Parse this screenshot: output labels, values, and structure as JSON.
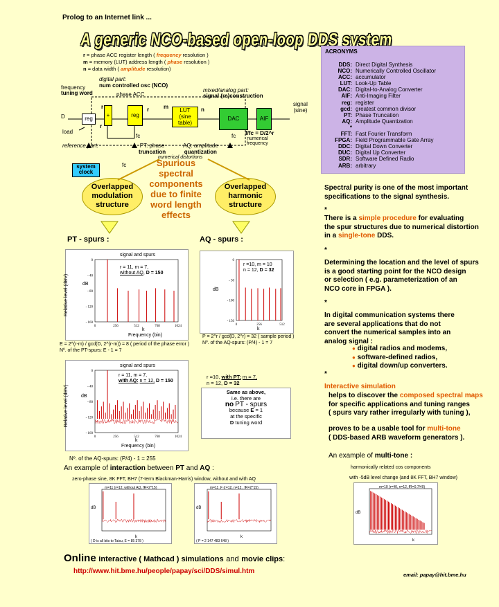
{
  "prolog": "Prolog to an Internet link ...",
  "title": "A generic NCO-based open-loop DDS system",
  "definitions": [
    {
      "sym": "r",
      "pre": "=  phase ACC register length ( ",
      "hl": "frequency",
      "post": " resolution )"
    },
    {
      "sym": "m",
      "pre": "=  memory (LUT) address length ( ",
      "hl": "phase",
      "post": " resolution )"
    },
    {
      "sym": "n",
      "pre": "=  data width ( ",
      "hl": "amplitude",
      "post": " resolution)"
    }
  ],
  "diagram": {
    "digital_part": "digital part:",
    "nco_label": "num controlled osc (NCO)",
    "freq_tuning": "frequency",
    "tuning_word": "tuning word",
    "phase_acc": "phase ACC",
    "mixed_part": "mixed/analog part:",
    "signal_recon": "signal (re)construction",
    "signal_sine": "signal",
    "sine": "(sine)",
    "D": "D",
    "reg": "reg",
    "plus": "+",
    "reg2": "reg",
    "lut": "LUT",
    "lut2": "(sine",
    "lut3": "table)",
    "dac": "DAC",
    "aif": "AIF",
    "r1": "r",
    "r2": "r",
    "r3": "r",
    "m": "m",
    "n": "n",
    "load": "load",
    "fc1": "fc",
    "fc2": "fc",
    "fc3": "fc",
    "formula": "f/fc = D/2^r",
    "numerical": "numerical",
    "frequency": "frequency",
    "reference": "reference part:",
    "system": "system",
    "clock": "clock",
    "pt_phase": "PT: phase",
    "truncation": "truncation",
    "aq_amp": "AQ: amplitude",
    "quantization": "quantization",
    "num_dist": "numerical distortions"
  },
  "acronyms": {
    "header": "ACRONYMS",
    "items": [
      {
        "k": "DDS:",
        "v": "Direct Digital Synthesis"
      },
      {
        "k": "NCO:",
        "v": "Numerically Controlled Oscillator"
      },
      {
        "k": "ACC:",
        "v": "accumulator"
      },
      {
        "k": "LUT:",
        "v": "Look-Up Table"
      },
      {
        "k": "DAC:",
        "v": "Digital-to-Analog Converter"
      },
      {
        "k": "AIF:",
        "v": "Anti-Imaging Filter"
      },
      {
        "k": "reg:",
        "v": "register"
      },
      {
        "k": "gcd:",
        "v": "greatest common divisor"
      },
      {
        "k": "PT:",
        "v": "Phase Truncation"
      },
      {
        "k": "AQ:",
        "v": "Amplitude Quantization"
      },
      {
        "k": "*",
        "v": ""
      },
      {
        "k": "FFT:",
        "v": "Fast Fourier Transform"
      },
      {
        "k": "FPGA:",
        "v": "Field Programmable Gate Array"
      },
      {
        "k": "DDC:",
        "v": "Digital Down Converter"
      },
      {
        "k": "DUC:",
        "v": "Digital Up Converter"
      },
      {
        "k": "SDR:",
        "v": "Software Defined Radio"
      },
      {
        "k": "ARB:",
        "v": "arbitrary"
      }
    ]
  },
  "spurious": [
    "Spurious",
    "spectral",
    "components",
    "due to finite",
    "word length",
    "effects"
  ],
  "oval_left": [
    "Overlapped",
    "modulation",
    "structure"
  ],
  "oval_right": [
    "Overlapped",
    "harmonic",
    "structure"
  ],
  "pt_spurs": "PT - spurs :",
  "aq_spurs": "AQ - spurs :",
  "chart1": {
    "title": "signal and spurs",
    "params1": "r = 11, m = 7,",
    "params2a": "without AQ",
    "params2b": "D = 150",
    "ylabel": "Relative level (dBV)",
    "dbk": "dB",
    "xlabel1": "k",
    "xlabel2": "Frequency (bin)"
  },
  "chart2": {
    "params1": "r =10,  m = 10",
    "params2a": "n = 12,",
    "params2b": "D = 32",
    "dbk": "dB",
    "xlabel": "k"
  },
  "chart3": {
    "title": "signal and spurs",
    "params1": "r = 11, m = 7,",
    "params2a": "with AQ:",
    "params2b": "n = 12,",
    "params2c": "D = 150",
    "ylabel": "Relative level (dBV)",
    "dbk": "dB",
    "xlabel1": "k",
    "xlabel2": "Frequency (bin)"
  },
  "pt_formula1": "E = 2^(r-m) / gcd(D, 2^(r-m)) = 8  ( period of the phase error )",
  "pt_formula2": "Nº. of  the  PT-spurs:  E - 1 = 7",
  "aq_formula1": "P = 2^r / gcd(D, 2^r) = 32  ( sample period )",
  "aq_formula2": "Nº. of  the  AQ-spurs:  (P/4) - 1 = 7",
  "aq_note": [
    "r =10,",
    "with PT:",
    "m = 7,",
    "n = 12,",
    "D = 32"
  ],
  "same_box": [
    "Same as above,",
    "i.e. there are",
    "no",
    "PT - spurs",
    "because",
    "E",
    "= 1",
    "at the specific",
    "D",
    "tuning word"
  ],
  "aq3_formula": "Nº. of  the  AQ-spurs:  (P/4) - 1 = 255",
  "interaction": "An example of interaction between PT and AQ :",
  "interaction_sub": "zero-phase sine, 8K FFT, BH7 (7-term Blackman-Harris) window, without and with AQ",
  "small1": {
    "title": "m=11  (r=12,  without AQ, fR=2^15)",
    "dbk": "dB",
    "xl": "k",
    "foot": "( D is all bits to Taisu,  E = 85 378 )"
  },
  "small2": {
    "title": "m=11 ,F  (r=12,  n=12 , fR=2^15)",
    "dbk": "dB",
    "xl": "k",
    "foot": "( P = 2 147 483 648 )"
  },
  "multitone_title": "An example of multi-tone :",
  "multitone_sub1": "harmonically related cos components",
  "multitone_sub2": "with -5dB level change (and 8K FFT, BH7 window)",
  "small3": {
    "title": "m=10    (r=40, n=12, fR=0.7/40)",
    "dbk": "dB",
    "xl": "k"
  },
  "right_text": {
    "p1": [
      "Spectral purity is one of the most important",
      "specifications to the signal synthesis."
    ],
    "star1": "*",
    "p2a": "There is a ",
    "p2hl": "simple procedure",
    "p2b": " for evaluating",
    "p2c": "the spur structures due to numerical distortion",
    "p2d": "in a ",
    "p2hl2": "single-tone",
    "p2e": " DDS.",
    "star2": "*",
    "p3": [
      "Determining the location and the level of spurs",
      "is a good starting point for the NCO design",
      "or selection ( e.g. parameterization of an",
      "NCO core in FPGA )."
    ],
    "star3": "*",
    "p4": [
      "In digital communication systems there",
      "are several applications that do not",
      "convert the numerical samples into an",
      "analog signal :"
    ],
    "bullets": [
      "digital radios and modems,",
      "software-defined radios,",
      "digital down/up converters."
    ],
    "star4": "*",
    "sim": "Interactive simulation",
    "sim1a": "helps to discover the ",
    "sim1hl": "composed spectral maps",
    "sim2": "for specific applications and tuning ranges",
    "sim3": "( spurs vary rather irregularly with tuning ),",
    "sim4a": "proves to be a usable tool for ",
    "sim4hl": "multi-tone",
    "sim5": "( DDS-based ARB waveform generators )."
  },
  "online": "Online",
  "online_rest": "interactive ( Mathcad ) simulations",
  "online_and": "and",
  "online_clips": "movie clips",
  "link": "http://www.hit.bme.hu/people/papay/sci/DDS/simul.htm",
  "email": "email: papay@hit.bme.hu",
  "axis1": {
    "y": [
      "0",
      "- 40",
      "- 80",
      "- 120",
      "- 160"
    ],
    "x": [
      "0",
      "256",
      "512",
      "768",
      "1024"
    ]
  },
  "axis2": {
    "y": [
      "0",
      "- 50",
      "- 100",
      "- 150"
    ],
    "x": [
      "0",
      "256",
      "512"
    ]
  },
  "axis3": {
    "y": [
      "0",
      "- 40",
      "- 80",
      "- 120",
      "- 160"
    ],
    "x": [
      "0",
      "256",
      "512",
      "768",
      "1024"
    ]
  },
  "colors": {
    "bg": "#ffffcc",
    "accent": "#e05a00",
    "acronym_bg": "#ccb3e6",
    "spike": "#cc0000"
  }
}
